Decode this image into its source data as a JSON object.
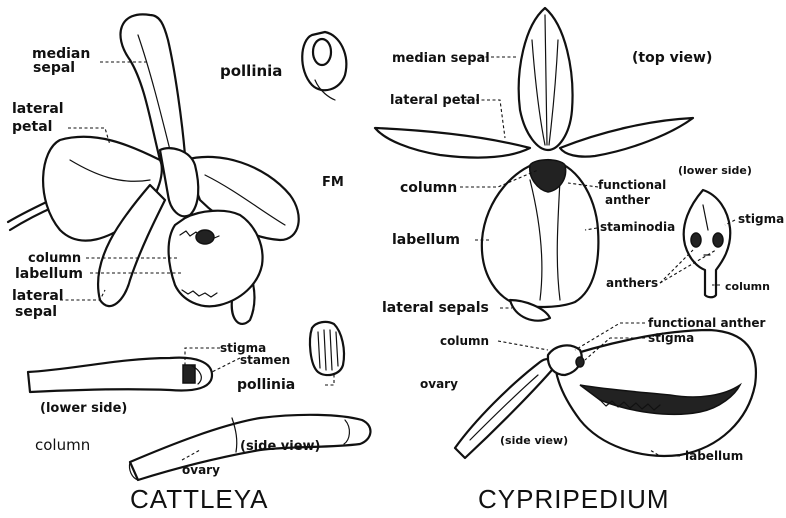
{
  "left": {
    "name": "CATTLEYA",
    "labels": {
      "median_sepal": [
        "median",
        "sepal"
      ],
      "lateral_petal": [
        "lateral",
        "petal"
      ],
      "pollinia_top": "pollinia",
      "fm": "FM",
      "column": "column",
      "labellum": "labellum",
      "lateral_sepal": [
        "lateral",
        "sepal"
      ],
      "stigma": "stigma",
      "stamen": "stamen",
      "pollinia_bottom": "pollinia",
      "lower_side": "(lower side)",
      "column_caption": "column",
      "side_view": "(side view)",
      "ovary": "ovary"
    }
  },
  "right": {
    "name": "CYPRIPEDIUM",
    "labels": {
      "median_sepal": "median sepal",
      "top_view": "(top view)",
      "lateral_petal": "lateral petal",
      "lower_side": "(lower side)",
      "column": "column",
      "functional_anther": [
        "functional",
        "anther"
      ],
      "stigma": "stigma",
      "labellum": "labellum",
      "staminodia": "staminodia",
      "anthers": "anthers",
      "column_small": "column",
      "lateral_sepals": "lateral sepals",
      "column_side": "column",
      "functional_anther_side": "functional anther",
      "stigma_side": "stigma",
      "ovary": "ovary",
      "side_view": "(side view)",
      "labellum_side": "labellum"
    }
  },
  "style": {
    "ink": "#111111",
    "background": "#ffffff"
  }
}
